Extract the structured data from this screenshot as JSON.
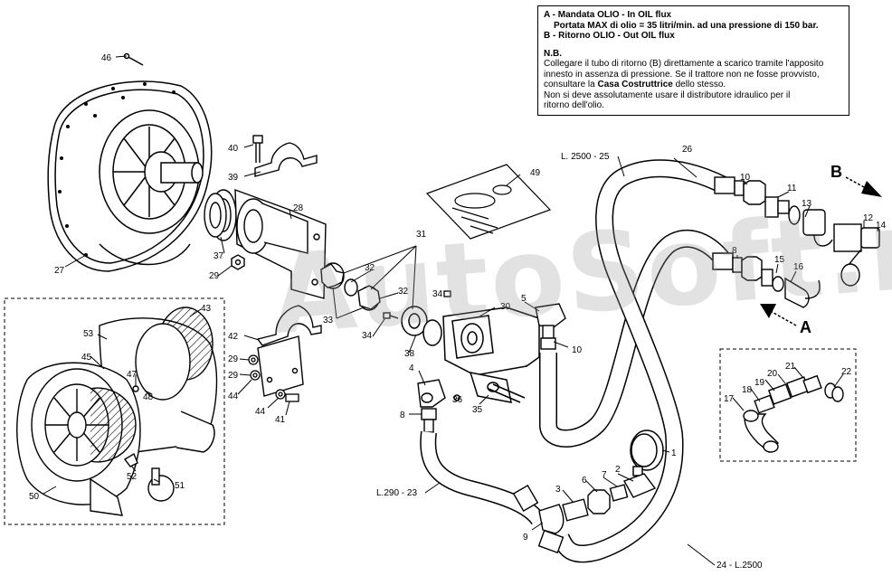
{
  "legend": {
    "a_title": "A - Mandata OLIO - In OIL flux",
    "a_detail": "Portata MAX di olio = 35 litri/min. ad una pressione di 150 bar.",
    "b_title": "B - Ritorno OLIO - Out OIL flux",
    "nb_title": "N.B.",
    "nb_line1": "Collegare il tubo di ritorno (B) direttamente a scarico tramite l'apposito",
    "nb_line2": "innesto in assenza di pressione. Se il trattore non ne fosse provvisto,",
    "nb_line3_pre": "consultare la ",
    "nb_line3_bold": "Casa Costruttrice",
    "nb_line3_post": " dello stesso.",
    "nb_line4": "Non si deve assolutamente usare il distributore idraulico per il",
    "nb_line5": "ritorno dell'olio."
  },
  "watermark": "AutoSoft.ru",
  "hose_labels": {
    "top": "L. 2500 - 25",
    "left": "L.290 - 23",
    "bottom": "24 - L.2500"
  },
  "arrows": {
    "a": "A",
    "b": "B"
  },
  "callouts": {
    "c1": "1",
    "c2": "2",
    "c3": "3",
    "c4": "4",
    "c5": "5",
    "c6": "6",
    "c7": "7",
    "c8a": "8",
    "c8b": "8",
    "c9": "9",
    "c10a": "10",
    "c10b": "10",
    "c11": "11",
    "c12": "12",
    "c13": "13",
    "c14": "14",
    "c15": "15",
    "c16": "16",
    "c17": "17",
    "c18": "18",
    "c19": "19",
    "c20": "20",
    "c21": "21",
    "c22": "22",
    "c26": "26",
    "c27": "27",
    "c28": "28",
    "c29a": "29",
    "c29b": "29",
    "c29c": "29",
    "c30": "30",
    "c31": "31",
    "c32a": "32",
    "c32b": "32",
    "c33": "33",
    "c34a": "34",
    "c34b": "34",
    "c35": "35",
    "c36": "36",
    "c37": "37",
    "c38": "38",
    "c39": "39",
    "c40": "40",
    "c41": "41",
    "c42": "42",
    "c43": "43",
    "c44a": "44",
    "c44b": "44",
    "c45": "45",
    "c46": "46",
    "c47": "47",
    "c48": "48",
    "c49": "49",
    "c50": "50",
    "c51": "51",
    "c52": "52",
    "c53": "53"
  }
}
